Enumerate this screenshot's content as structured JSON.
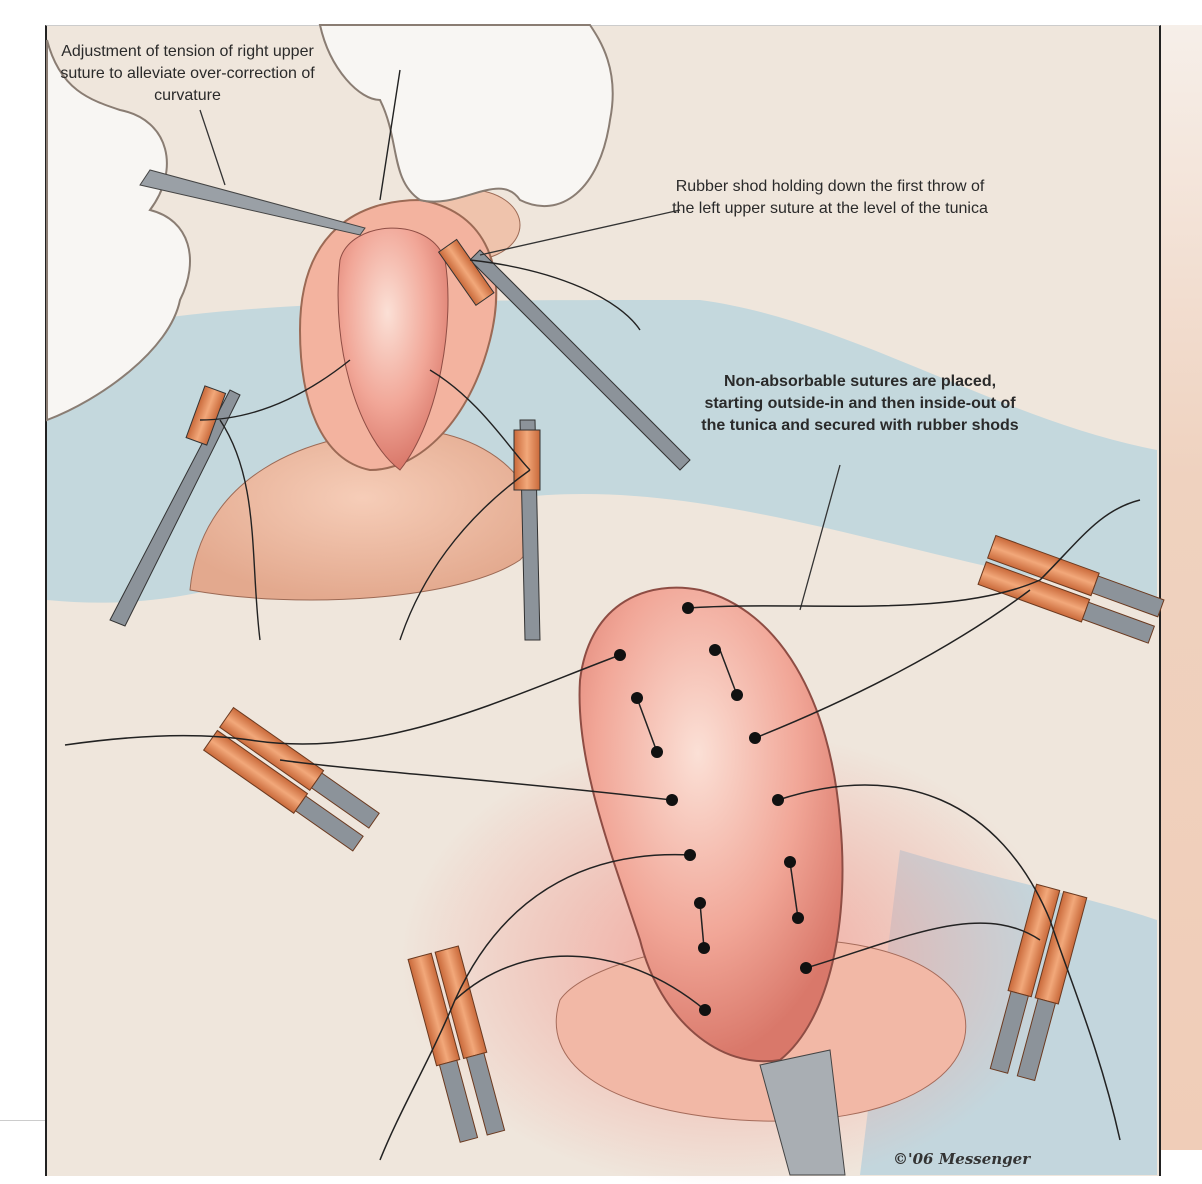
{
  "labels": {
    "top_left": "Adjustment of tension of right upper suture to alleviate over-correction of curvature",
    "top_right": "Rubber shod holding down the first throw of the left upper suture at the level of the tunica",
    "middle_right": "Non-absorbable sutures are placed, starting outside-in and then inside-out of the tunica and secured with rubber shods"
  },
  "signature": "©'06 Messenger",
  "colors": {
    "background": "#efe6dc",
    "drape": "#b9d3dc",
    "tissue": "#ef9f8f",
    "shod": "#e08a55",
    "glove": "#f7f5f2"
  }
}
